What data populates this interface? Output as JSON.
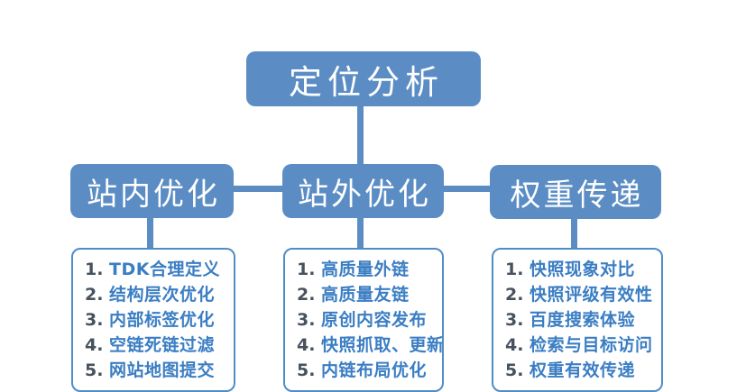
{
  "colors": {
    "node_fill": "#5b8dc4",
    "node_text": "#ffffff",
    "connector": "#5b8dc4",
    "panel_border": "#4f8dc6",
    "panel_bg": "#ffffff",
    "item_number": "#46525e",
    "item_text": "#3b7ec3",
    "background": "#ffffff"
  },
  "diagram": {
    "root": {
      "label": "定位分析"
    },
    "branches": [
      {
        "label": "站内优化",
        "items": [
          {
            "num": "1.",
            "text": "TDK合理定义"
          },
          {
            "num": "2.",
            "text": "结构层次优化"
          },
          {
            "num": "3.",
            "text": "内部标签优化"
          },
          {
            "num": "4.",
            "text": "空链死链过滤"
          },
          {
            "num": "5.",
            "text": "网站地图提交"
          }
        ]
      },
      {
        "label": "站外优化",
        "items": [
          {
            "num": "1.",
            "text": "高质量外链"
          },
          {
            "num": "2.",
            "text": "高质量友链"
          },
          {
            "num": "3.",
            "text": "原创内容发布"
          },
          {
            "num": "4.",
            "text": "快照抓取、更新"
          },
          {
            "num": "5.",
            "text": "内链布局优化"
          }
        ]
      },
      {
        "label": "权重传递",
        "items": [
          {
            "num": "1.",
            "text": "快照现象对比"
          },
          {
            "num": "2.",
            "text": "快照评级有效性"
          },
          {
            "num": "3.",
            "text": "百度搜索体验"
          },
          {
            "num": "4.",
            "text": "检索与目标访问"
          },
          {
            "num": "5.",
            "text": "权重有效传递"
          }
        ]
      }
    ]
  }
}
